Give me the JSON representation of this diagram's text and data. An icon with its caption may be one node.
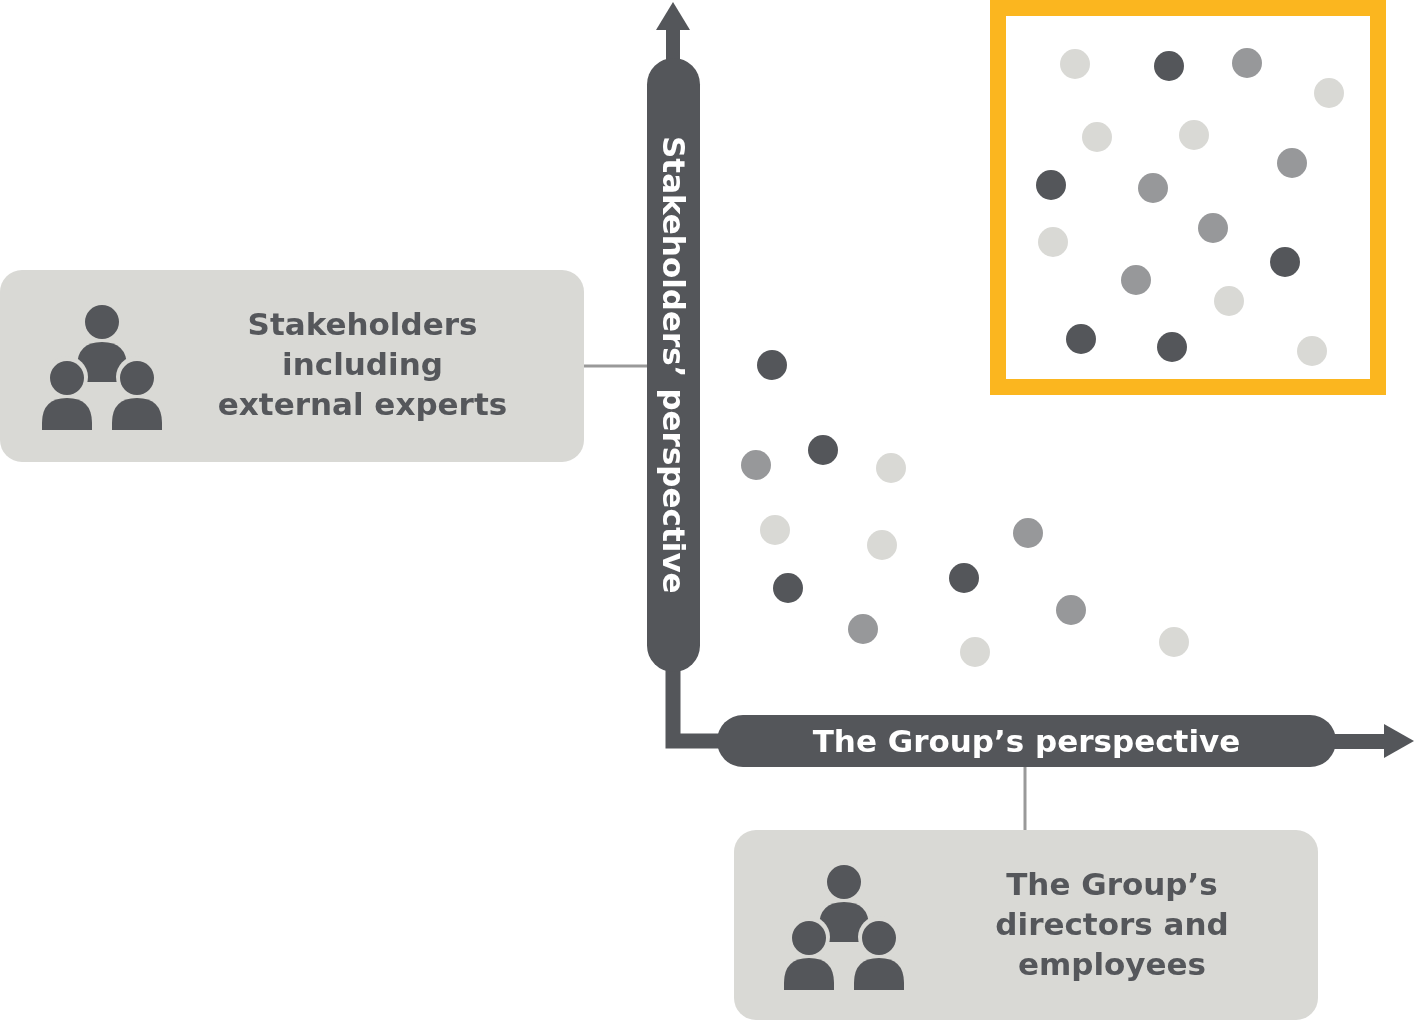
{
  "diagram": {
    "nodes": [
      {
        "text": [
          "Stakeholders including external experts"
        ]
      },
      {
        "text": [
          "Stakeholders’ perspective"
        ]
      },
      {
        "text": [
          "The Group’s perspective"
        ]
      },
      {
        "text": [
          "The Group’s directors and employees"
        ]
      }
    ],
    "edges": [
      {
        "from": 0,
        "to": 1,
        "arrow": "none"
      },
      {
        "from": 2,
        "to": 3,
        "arrow": "none"
      }
    ]
  }
}
